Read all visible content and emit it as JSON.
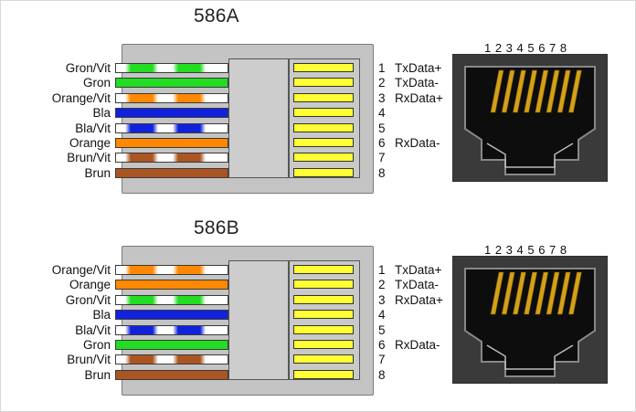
{
  "diagrams": [
    {
      "title": "586A",
      "wires": [
        {
          "label": "Gron/Vit",
          "color": "#22dd22",
          "striped": true
        },
        {
          "label": "Gron",
          "color": "#22dd22",
          "striped": false
        },
        {
          "label": "Orange/Vit",
          "color": "#ff8800",
          "striped": true
        },
        {
          "label": "Bla",
          "color": "#1122dd",
          "striped": false
        },
        {
          "label": "Bla/Vit",
          "color": "#1122dd",
          "striped": true
        },
        {
          "label": "Orange",
          "color": "#ff8800",
          "striped": false
        },
        {
          "label": "Brun/Vit",
          "color": "#aa5522",
          "striped": true
        },
        {
          "label": "Brun",
          "color": "#aa5522",
          "striped": false
        }
      ],
      "pins": [
        {
          "number": "1",
          "signal": "TxData+"
        },
        {
          "number": "2",
          "signal": "TxData-"
        },
        {
          "number": "3",
          "signal": "RxData+"
        },
        {
          "number": "4",
          "signal": ""
        },
        {
          "number": "5",
          "signal": ""
        },
        {
          "number": "6",
          "signal": "RxData-"
        },
        {
          "number": "7",
          "signal": ""
        },
        {
          "number": "8",
          "signal": ""
        }
      ],
      "jack_numbers": "1 2 3 4 5 6 7 8"
    },
    {
      "title": "586B",
      "wires": [
        {
          "label": "Orange/Vit",
          "color": "#ff8800",
          "striped": true
        },
        {
          "label": "Orange",
          "color": "#ff8800",
          "striped": false
        },
        {
          "label": "Gron/Vit",
          "color": "#22dd22",
          "striped": true
        },
        {
          "label": "Bla",
          "color": "#1122dd",
          "striped": false
        },
        {
          "label": "Bla/Vit",
          "color": "#1122dd",
          "striped": true
        },
        {
          "label": "Gron",
          "color": "#22dd22",
          "striped": false
        },
        {
          "label": "Brun/Vit",
          "color": "#aa5522",
          "striped": true
        },
        {
          "label": "Brun",
          "color": "#aa5522",
          "striped": false
        }
      ],
      "pins": [
        {
          "number": "1",
          "signal": "TxData+"
        },
        {
          "number": "2",
          "signal": "TxData-"
        },
        {
          "number": "3",
          "signal": "RxData+"
        },
        {
          "number": "4",
          "signal": ""
        },
        {
          "number": "5",
          "signal": ""
        },
        {
          "number": "6",
          "signal": "RxData-"
        },
        {
          "number": "7",
          "signal": ""
        },
        {
          "number": "8",
          "signal": ""
        }
      ],
      "jack_numbers": "1 2 3 4 5 6 7 8"
    }
  ],
  "colors": {
    "plug_body": "#c4c4c4",
    "contact": "#ffff33",
    "jack_body": "#3a3a3a",
    "jack_pin": "#d4a017"
  }
}
